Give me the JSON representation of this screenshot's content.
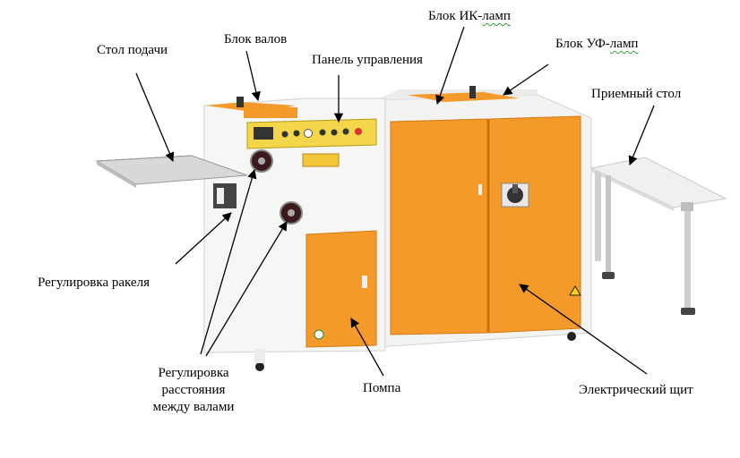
{
  "colors": {
    "orange": "#f39a2a",
    "orange_dark": "#e07f10",
    "cabinet_white": "#f5f5f3",
    "steel": "#d8d8d8",
    "yellow_panel": "#f4d64a",
    "arrow": "#000000"
  },
  "labels": {
    "feed_table": "Стол подачи",
    "roller_block": "Блок валов",
    "control_panel": "Панель управления",
    "ir_lamp_block_prefix": "Блок ИК-",
    "ir_lamp_block_suffix": "ламп",
    "uv_lamp_block_prefix": "Блок УФ-",
    "uv_lamp_block_suffix": "ламп",
    "receiving_table": "Приемный стол",
    "doctor_blade": "Регулировка ракеля",
    "gap_line1": "Регулировка",
    "gap_line2": "расстояния",
    "gap_line3": "между валами",
    "pump": "Помпа",
    "electrical_cabinet": "Электрический щит"
  }
}
